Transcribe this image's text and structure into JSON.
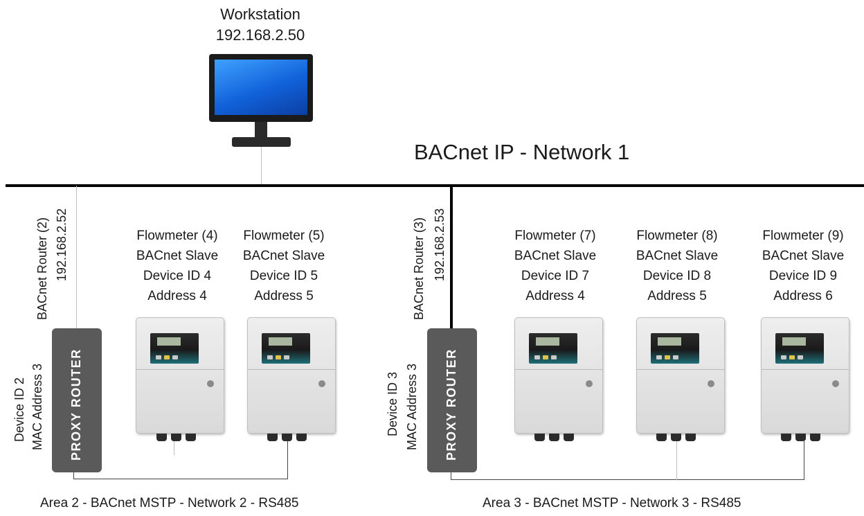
{
  "workstation": {
    "name": "Workstation",
    "ip": "192.168.2.50"
  },
  "network1": {
    "label": "BACnet IP - Network 1"
  },
  "routers": [
    {
      "title": "BACnet Router (2)",
      "ip": "192.168.2.52",
      "device_id": "Device ID  2",
      "mac": "MAC Address 3",
      "box_label": "PROXY ROUTER"
    },
    {
      "title": "BACnet Router (3)",
      "ip": "192.168.2.53",
      "device_id": "Device ID 3",
      "mac": "MAC Address 3",
      "box_label": "PROXY ROUTER"
    }
  ],
  "flowmeters": [
    {
      "name": "Flowmeter (4)",
      "role": "BACnet Slave",
      "device_id": "Device ID 4",
      "address": "Address 4"
    },
    {
      "name": "Flowmeter (5)",
      "role": "BACnet Slave",
      "device_id": "Device ID 5",
      "address": "Address 5"
    },
    {
      "name": "Flowmeter (7)",
      "role": "BACnet Slave",
      "device_id": "Device ID 7",
      "address": "Address 4"
    },
    {
      "name": "Flowmeter (8)",
      "role": "BACnet Slave",
      "device_id": "Device ID 8",
      "address": "Address 5"
    },
    {
      "name": "Flowmeter (9)",
      "role": "BACnet Slave",
      "device_id": "Device ID 9",
      "address": "Address 6"
    }
  ],
  "areas": [
    {
      "label": "Area 2 - BACnet MSTP - Network 2 - RS485"
    },
    {
      "label": "Area 3 - BACnet MSTP - Network 3 - RS485"
    }
  ],
  "colors": {
    "bus": "#000000",
    "proxy_box": "#5a5a5a",
    "screen": "#1161d9"
  }
}
